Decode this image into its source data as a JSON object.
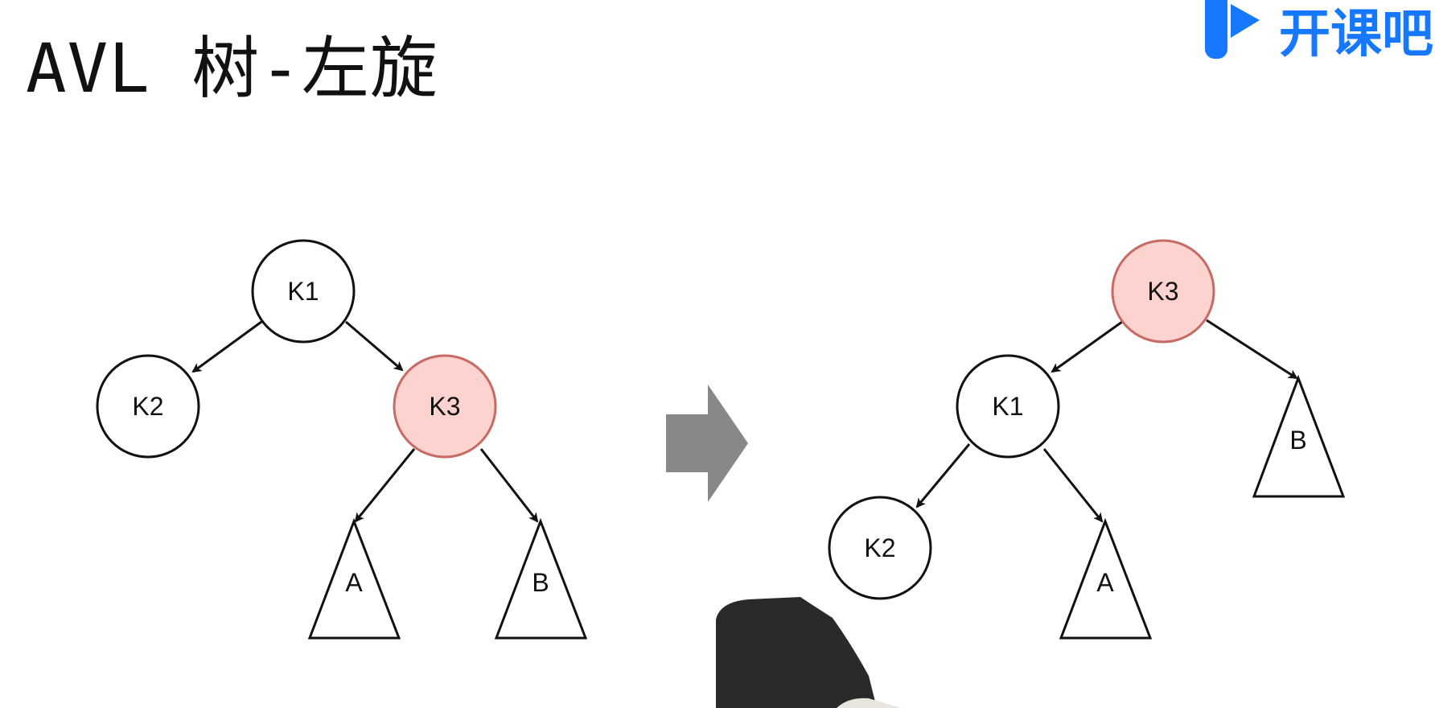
{
  "slide": {
    "title": "AVL 树-左旋"
  },
  "logo": {
    "text": "开课吧",
    "icon": "brand-k-icon",
    "color": "#1677ff"
  },
  "diagram": {
    "before": {
      "nodes": [
        {
          "id": "K1",
          "label": "K1",
          "highlight": false
        },
        {
          "id": "K2",
          "label": "K2",
          "highlight": false
        },
        {
          "id": "K3",
          "label": "K3",
          "highlight": true
        }
      ],
      "subtrees": [
        {
          "id": "A",
          "label": "A"
        },
        {
          "id": "B",
          "label": "B"
        }
      ],
      "edges": [
        [
          "K1",
          "K2"
        ],
        [
          "K1",
          "K3"
        ],
        [
          "K3",
          "A"
        ],
        [
          "K3",
          "B"
        ]
      ]
    },
    "after": {
      "nodes": [
        {
          "id": "K3",
          "label": "K3",
          "highlight": true
        },
        {
          "id": "K1",
          "label": "K1",
          "highlight": false
        },
        {
          "id": "K2",
          "label": "K2",
          "highlight": false
        }
      ],
      "subtrees": [
        {
          "id": "A",
          "label": "A"
        },
        {
          "id": "B",
          "label": "B"
        }
      ],
      "edges": [
        [
          "K3",
          "K1"
        ],
        [
          "K3",
          "B"
        ],
        [
          "K1",
          "K2"
        ],
        [
          "K1",
          "A"
        ]
      ]
    },
    "transition_icon": "arrow-right-icon",
    "colors": {
      "highlight_fill": "#fdd3d0",
      "highlight_stroke": "#c86a64",
      "stroke": "#111111",
      "arrow": "#888888"
    }
  }
}
